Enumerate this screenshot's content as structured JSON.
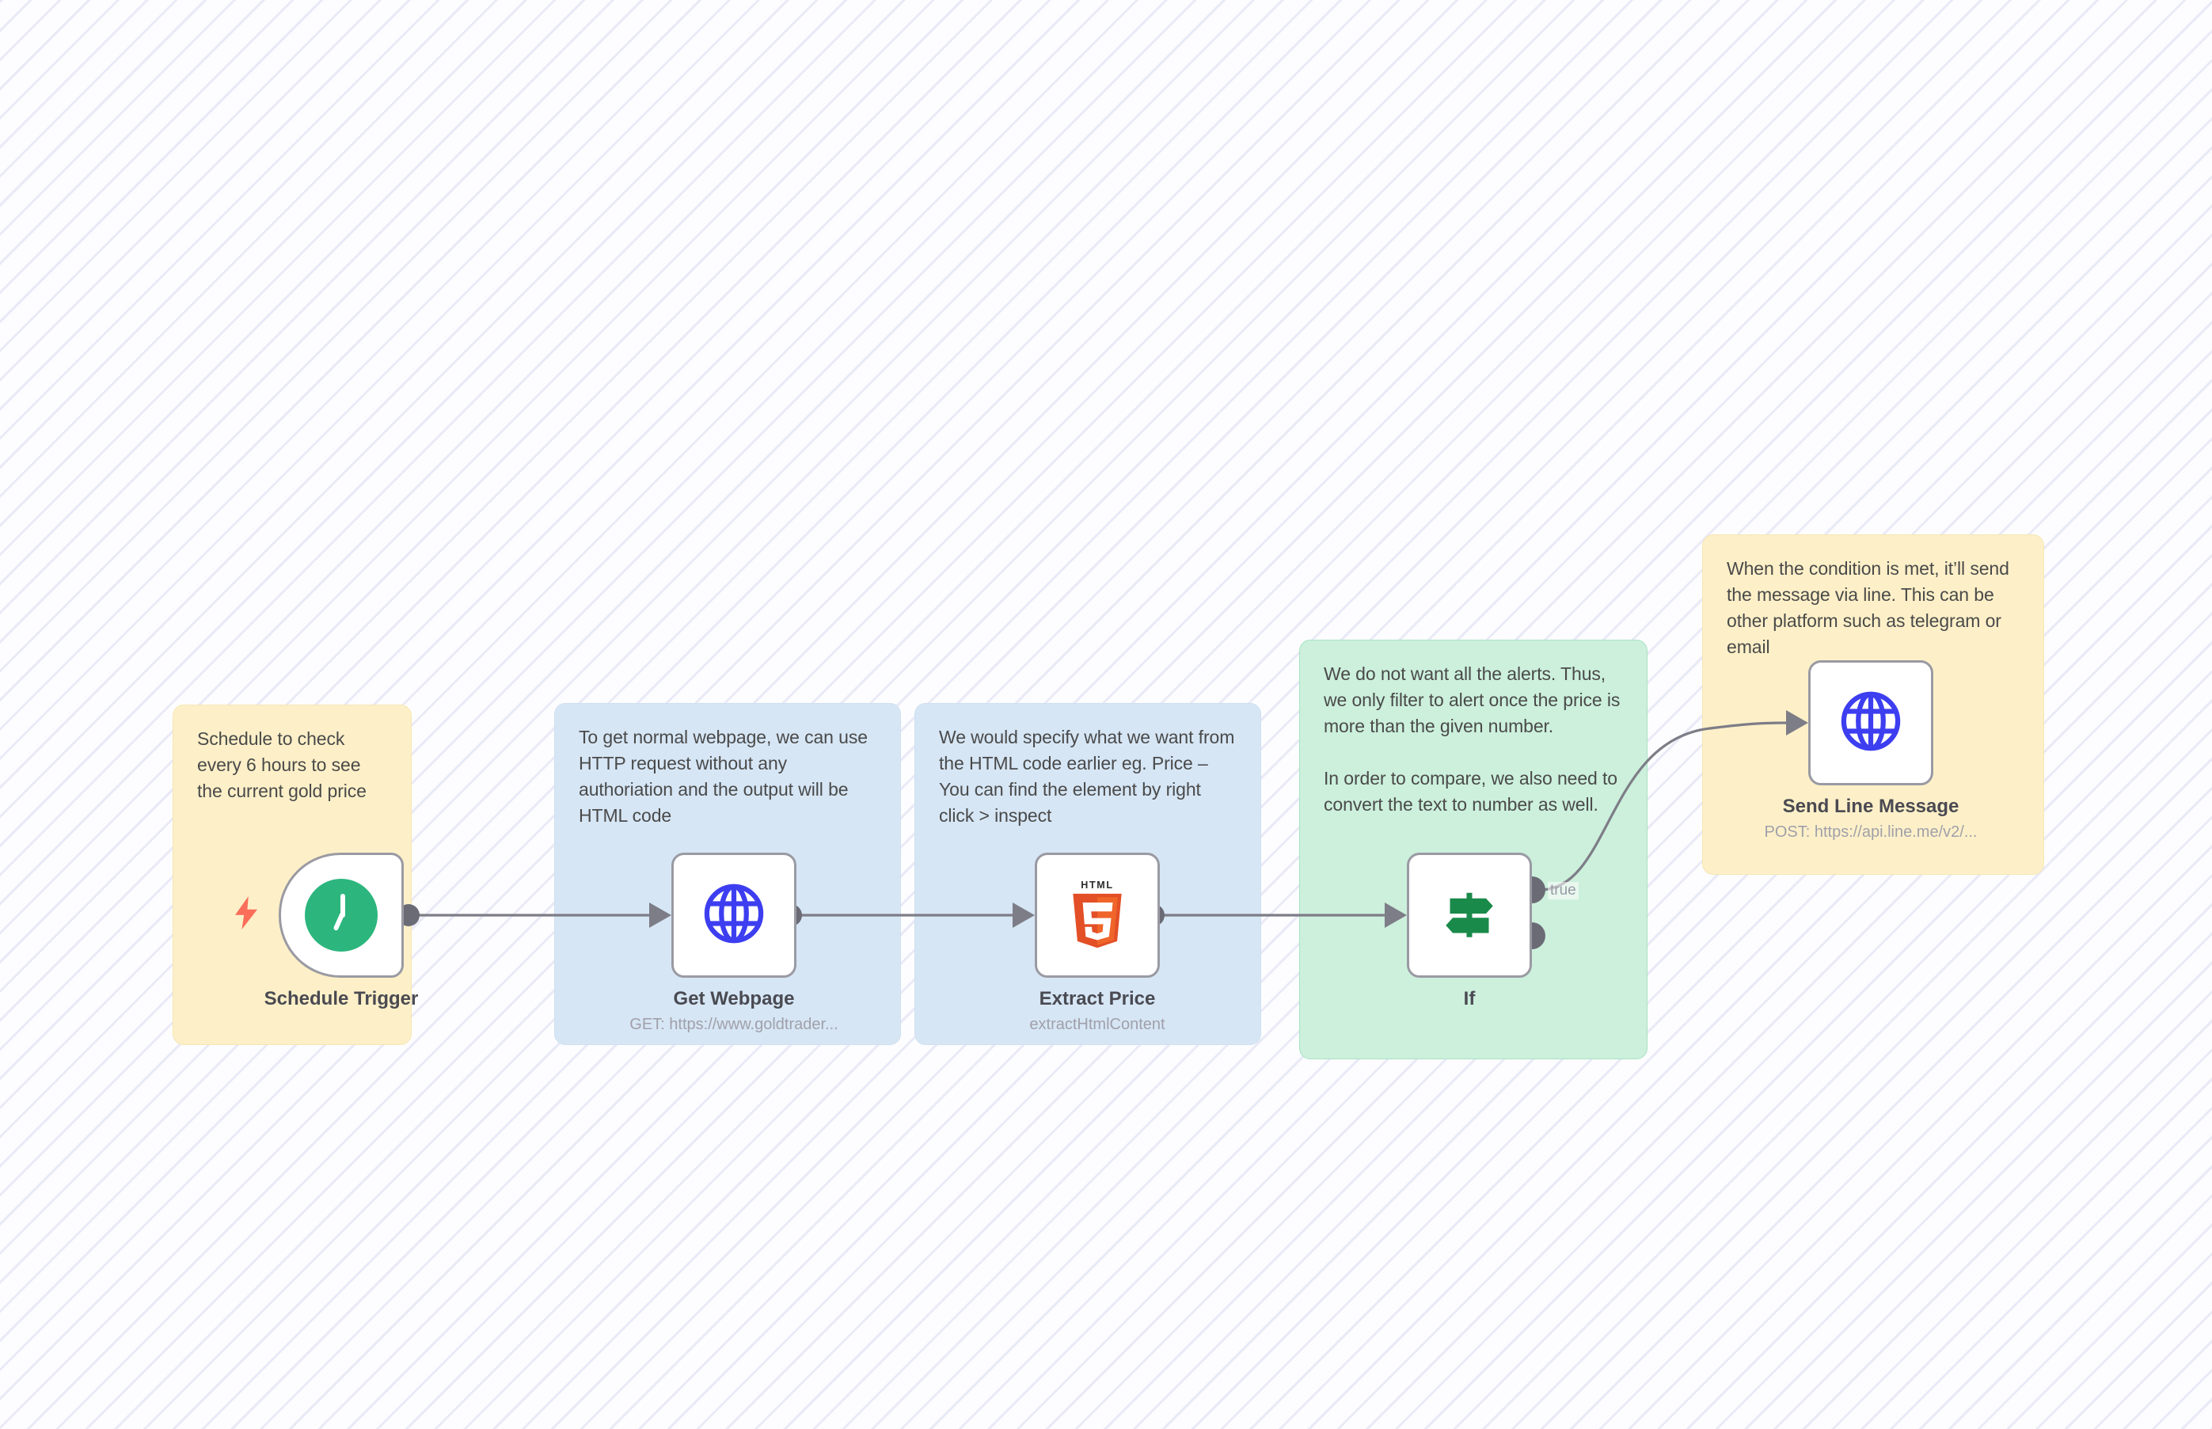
{
  "app": {
    "type": "workflow-canvas",
    "accent_colors": {
      "sticky_yellow": "#fdf0c8",
      "sticky_blue": "#d6e6f5",
      "sticky_green": "#ccf0dc",
      "wire": "#7d7d87",
      "trigger_green": "#2cb67d",
      "http_blue": "#3d3ef0",
      "html5_orange": "#e34f26",
      "if_green": "#1a8a4a",
      "bolt_red": "#fb6e59"
    }
  },
  "stickies": [
    {
      "id": "sticky-schedule",
      "color": "yellow",
      "text": "Schedule to check every 6 hours to see the current gold price"
    },
    {
      "id": "sticky-http",
      "color": "blue",
      "text": "To get normal webpage, we can use HTTP request without any authoriation and the output will be HTML code"
    },
    {
      "id": "sticky-extract",
      "color": "blue",
      "text": "We would specify what we want from the HTML code earlier eg. Price – You can find the element by right click > inspect"
    },
    {
      "id": "sticky-if",
      "color": "green",
      "text": "We do not want all the alerts. Thus, we only filter to alert once the price is more than the given number.\n\nIn order to compare, we also need to convert the text to number as well."
    },
    {
      "id": "sticky-line",
      "color": "yellow",
      "text": "When the condition is met, it’ll send the message via line. This can be other platform such as telegram or email"
    }
  ],
  "nodes": [
    {
      "id": "schedule-trigger",
      "label": "Schedule Trigger",
      "subtitle": "",
      "icon": "clock-icon",
      "kind": "trigger"
    },
    {
      "id": "get-webpage",
      "label": "Get Webpage",
      "subtitle": "GET: https://www.goldtrader...",
      "icon": "globe-icon",
      "kind": "action"
    },
    {
      "id": "extract-price",
      "label": "Extract Price",
      "subtitle": "extractHtmlContent",
      "icon": "html5-icon",
      "kind": "action"
    },
    {
      "id": "if",
      "label": "If",
      "subtitle": "",
      "icon": "signpost-icon",
      "kind": "condition"
    },
    {
      "id": "send-line-message",
      "label": "Send Line Message",
      "subtitle": "POST: https://api.line.me/v2/...",
      "icon": "globe-icon",
      "kind": "action"
    }
  ],
  "edges": [
    {
      "from": "schedule-trigger",
      "to": "get-webpage",
      "label": ""
    },
    {
      "from": "get-webpage",
      "to": "extract-price",
      "label": ""
    },
    {
      "from": "extract-price",
      "to": "if",
      "label": ""
    },
    {
      "from": "if",
      "to": "send-line-message",
      "label": "true"
    }
  ]
}
